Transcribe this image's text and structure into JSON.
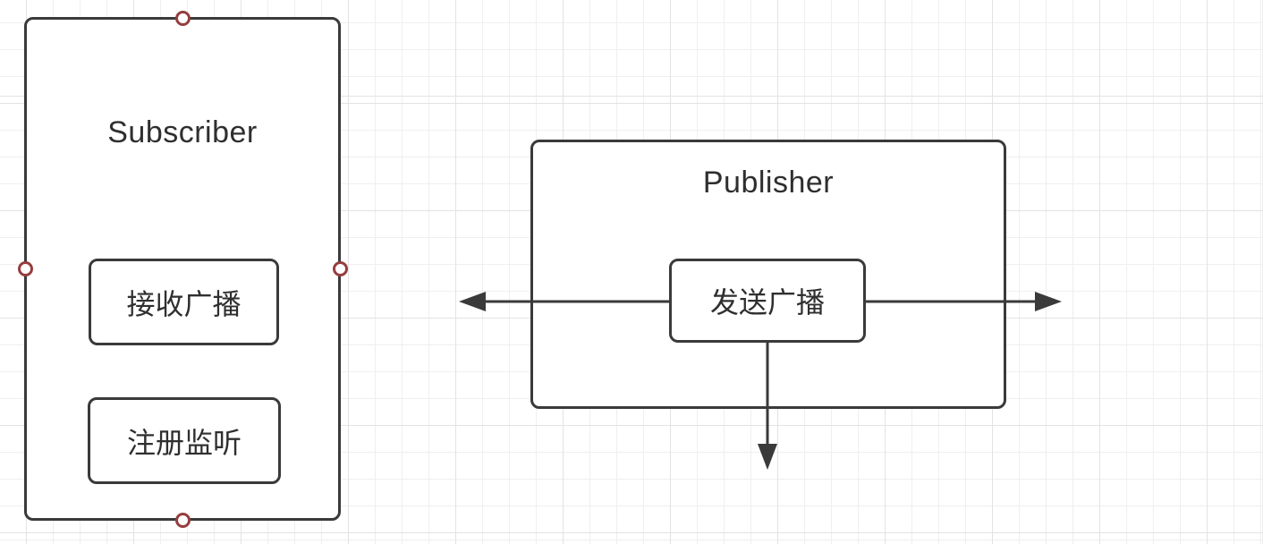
{
  "diagram": {
    "subscriber": {
      "title": "Subscriber",
      "items": [
        {
          "label": "接收广播"
        },
        {
          "label": "注册监听"
        }
      ],
      "selection_handles": [
        "top",
        "left",
        "right",
        "bottom"
      ]
    },
    "publisher": {
      "title": "Publisher",
      "action_label": "发送广播"
    },
    "arrows": [
      {
        "name": "broadcast-arrow-left",
        "direction": "left"
      },
      {
        "name": "broadcast-arrow-right",
        "direction": "right"
      },
      {
        "name": "broadcast-arrow-down",
        "direction": "down"
      }
    ],
    "colors": {
      "shape_stroke": "#3a3a3a",
      "text": "#2f2f2f",
      "handle_stroke": "#953e3e",
      "grid_minor": "#efefef",
      "grid_major": "#e3e3e3",
      "shape_fill": "#ffffff"
    }
  }
}
